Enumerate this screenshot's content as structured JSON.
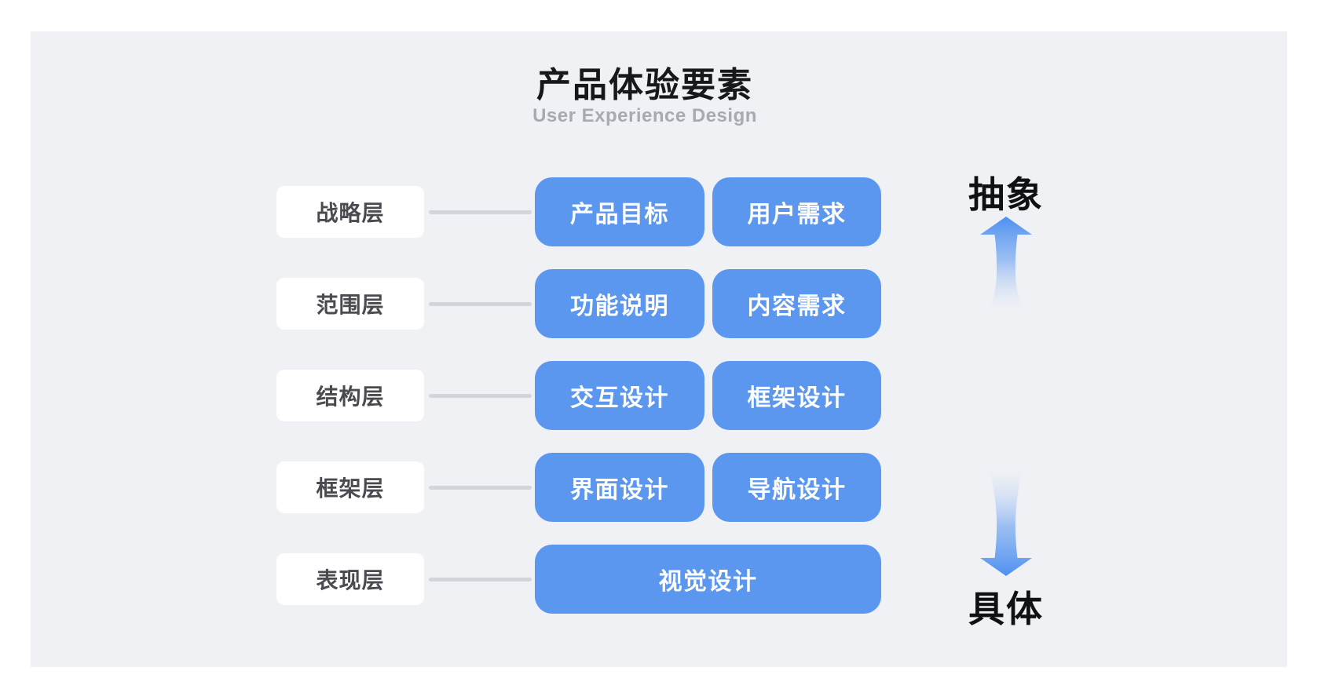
{
  "title": "产品体验要素",
  "subtitle": "User Experience Design",
  "layers": [
    {
      "label": "战略层",
      "items": [
        "产品目标",
        "用户需求"
      ]
    },
    {
      "label": "范围层",
      "items": [
        "功能说明",
        "内容需求"
      ]
    },
    {
      "label": "结构层",
      "items": [
        "交互设计",
        "框架设计"
      ]
    },
    {
      "label": "框架层",
      "items": [
        "界面设计",
        "导航设计"
      ]
    },
    {
      "label": "表现层",
      "items": [
        "视觉设计"
      ]
    }
  ],
  "axis": {
    "top_label": "抽象",
    "bottom_label": "具体"
  },
  "colors": {
    "canvas_bg": "#FFFFFF",
    "panel_bg": "#F0F1F5",
    "box_blue": "#5C97EF",
    "box_text": "#FFFFFF",
    "label_box_bg": "#FFFFFF",
    "label_text": "#4A4B50",
    "connector_gray": "#D2D5DA",
    "title_text": "#17181A",
    "subtitle_text": "#A7AAB1",
    "arrow_blue": "#4E90F0"
  }
}
